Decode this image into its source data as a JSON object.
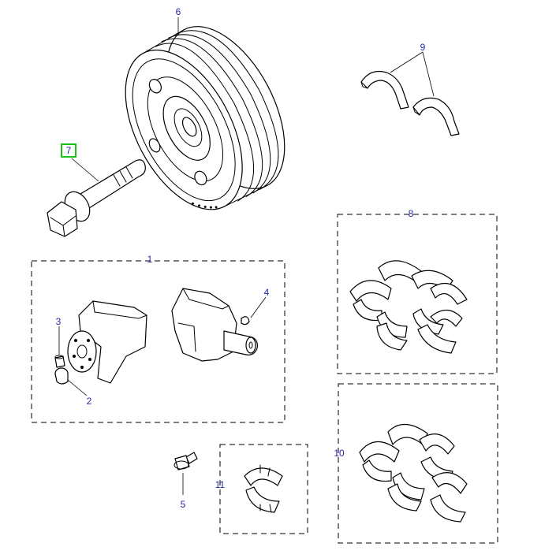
{
  "callouts": [
    {
      "id": "1",
      "label": "1"
    },
    {
      "id": "2",
      "label": "2"
    },
    {
      "id": "3",
      "label": "3"
    },
    {
      "id": "4",
      "label": "4"
    },
    {
      "id": "5",
      "label": "5"
    },
    {
      "id": "6",
      "label": "6"
    },
    {
      "id": "7",
      "label": "7"
    },
    {
      "id": "8",
      "label": "8"
    },
    {
      "id": "9",
      "label": "9"
    },
    {
      "id": "10",
      "label": "10"
    },
    {
      "id": "11",
      "label": "11"
    }
  ],
  "colors": {
    "callout_text": "#2626a6",
    "selected_outline": "#19c219",
    "line": "#000000"
  }
}
